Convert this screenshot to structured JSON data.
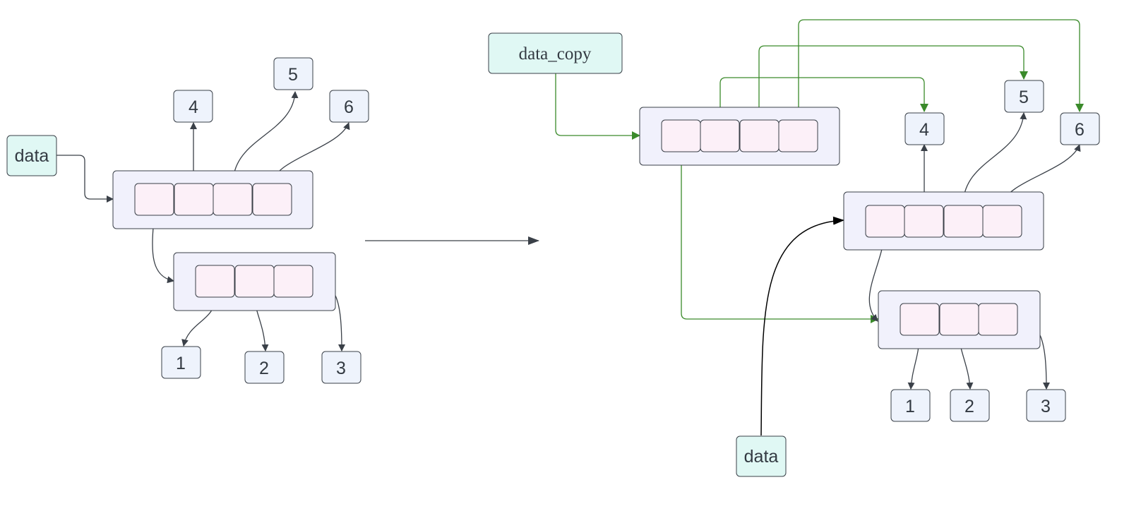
{
  "colors": {
    "edge": "#3a4048",
    "copy_edge": "#3a8a2a",
    "name_fill": "#e0f8f4",
    "list_fill": "#f1f1fc",
    "slot_fill": "#fcf0f8",
    "int_fill": "#eef3fc"
  },
  "before": {
    "variable": "data",
    "top_values": [
      "4",
      "5",
      "6"
    ],
    "nested_values": [
      "1",
      "2",
      "3"
    ]
  },
  "after": {
    "copy_variable": "data_copy",
    "variable": "data",
    "top_values": [
      "4",
      "5",
      "6"
    ],
    "nested_values": [
      "1",
      "2",
      "3"
    ]
  }
}
